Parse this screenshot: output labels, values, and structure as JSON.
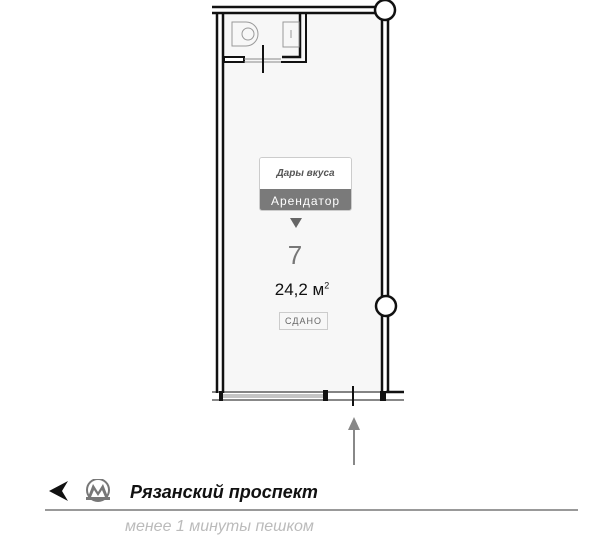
{
  "unit": {
    "tenant_logo": "Дары вкуса",
    "tenant_label": "Арендатор",
    "number": "7",
    "area": "24,2 м",
    "area_unit_sup": "2",
    "status": "СДАНО"
  },
  "metro": {
    "station": "Рязанский проспект",
    "walk_time": "менее 1 минуты пешком"
  },
  "icons": [
    "back-arrow-icon",
    "metro-icon",
    "entrance-arrow-icon"
  ],
  "colors": {
    "room_fill": "#f7f7f7",
    "tenant_bg": "#7a7a7a",
    "arrow": "#888888"
  }
}
